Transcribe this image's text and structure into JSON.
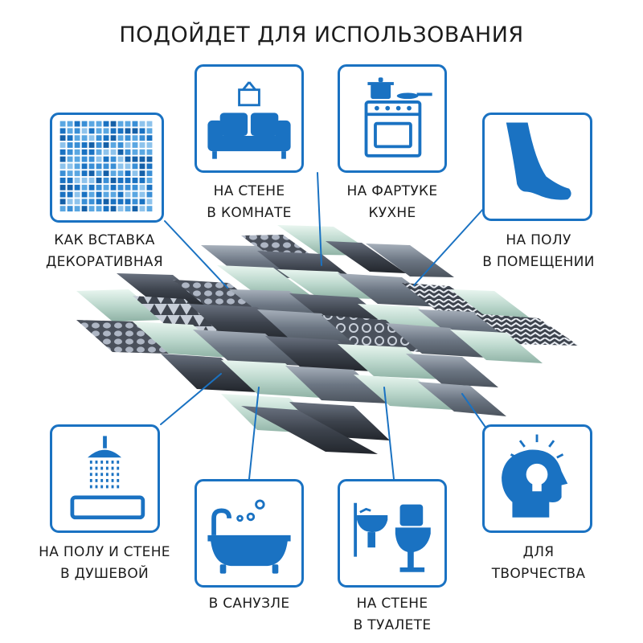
{
  "title": "ПОДОЙДЕТ ДЛЯ ИСПОЛЬЗОВАНИЯ",
  "accent_color": "#1a72c2",
  "items": [
    {
      "icon": "mosaic-tiles-icon",
      "line1": "КАК ВСТАВКА",
      "line2": "ДЕКОРАТИВНАЯ"
    },
    {
      "icon": "living-room-sofa-icon",
      "line1": "НА СТЕНЕ",
      "line2": "В КОМНАТЕ"
    },
    {
      "icon": "kitchen-stove-icon",
      "line1": "НА ФАРТУКЕ",
      "line2": "КУХНЕ"
    },
    {
      "icon": "foot-icon",
      "line1": "НА ПОЛУ",
      "line2": "В ПОМЕЩЕНИИ"
    },
    {
      "icon": "shower-icon",
      "line1": "НА ПОЛУ И СТЕНЕ",
      "line2": "В ДУШЕВОЙ"
    },
    {
      "icon": "bathtub-icon",
      "line1": "В САНУЗЛЕ",
      "line2": ""
    },
    {
      "icon": "toilet-sink-icon",
      "line1": "НА СТЕНЕ",
      "line2": "В ТУАЛЕТЕ"
    },
    {
      "icon": "head-lightbulb-icon",
      "line1": "ДЛЯ",
      "line2": "ТВОРЧЕСТВА"
    }
  ]
}
